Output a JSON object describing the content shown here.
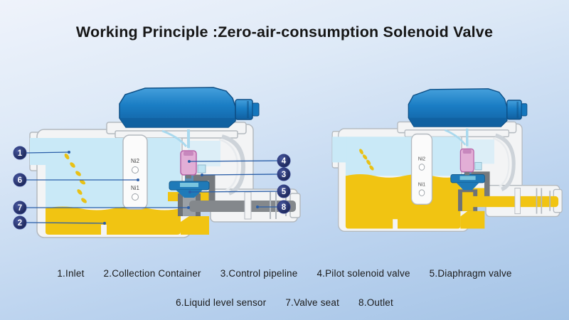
{
  "title": "Working Principle :Zero-air-consumption Solenoid Valve",
  "sensor": {
    "upper": "Ni2",
    "lower": "Ni1"
  },
  "callouts": [
    "1",
    "6",
    "7",
    "2",
    "4",
    "3",
    "5",
    "8"
  ],
  "legend": {
    "row1": [
      "1.Inlet",
      "2.Collection Container",
      "3.Control pipeline",
      "4.Pilot solenoid valve",
      "5.Diaphragm valve"
    ],
    "row2": [
      "6.Liquid level sensor",
      "7.Valve seat",
      "8.Outlet"
    ]
  },
  "colors": {
    "background_top": "#eff3fb",
    "background_bottom": "#a4c3e6",
    "coil_blue": "#1a7dc4",
    "coil_blue_dark": "#1160a0",
    "body_white": "#f3f4f5",
    "body_stroke": "#b3b9bf",
    "air_blue": "#c9e9f7",
    "liquid_yellow": "#f1c412",
    "droplet_yellow": "#e9c115",
    "pilot_pink": "#e2aed6",
    "pilot_pink_stroke": "#b863a8",
    "diaphragm_blue": "#1f7ab8",
    "diaphragm_highlight": "#79c4de",
    "pipe_gray": "#75797d",
    "pipe_gray_light": "#9aa0a6",
    "callout_navy": "#1c2a66",
    "callout_line_blue": "#2a5ea8"
  }
}
